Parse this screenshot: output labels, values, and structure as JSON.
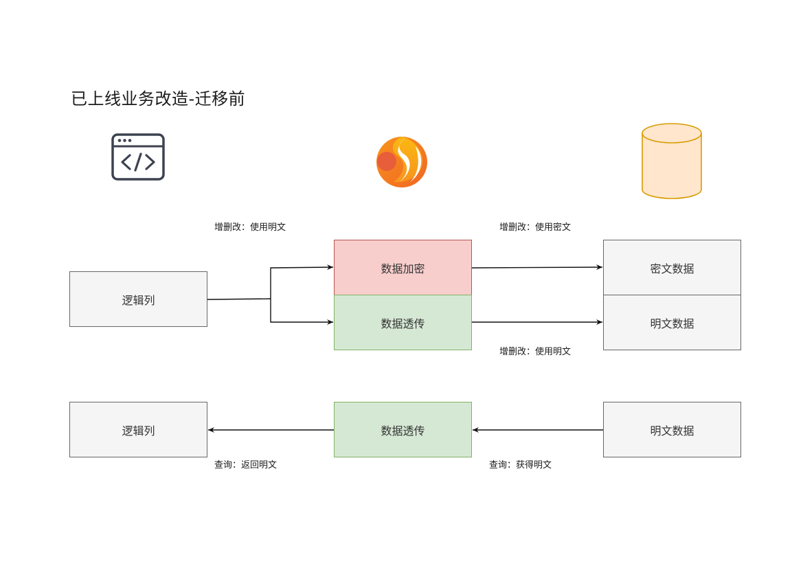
{
  "diagram": {
    "title": "已上线业务改造-迁移前",
    "icons": {
      "app": "code-window-icon",
      "middleware": "shardingsphere-logo-icon",
      "database": "database-cylinder-icon"
    },
    "colors": {
      "encrypt_fill": "#f8cecc",
      "encrypt_stroke": "#b85450",
      "passthrough_fill": "#d5e8d4",
      "passthrough_stroke": "#82b366",
      "data_fill": "#f5f5f5",
      "data_stroke": "#666666",
      "db_fill": "#ffe6cc",
      "db_stroke": "#d79b00"
    },
    "write_flow": {
      "source": "逻辑列",
      "encrypt": "数据加密",
      "passthrough": "数据透传",
      "cipher_column": "密文数据",
      "plain_column": "明文数据",
      "label_app_to_mw": "增删改：使用明文",
      "label_mw_to_cipher": "增删改：使用密文",
      "label_mw_to_plain": "增删改：使用明文"
    },
    "read_flow": {
      "target": "逻辑列",
      "passthrough": "数据透传",
      "plain_column": "明文数据",
      "label_mw_to_app": "查询：返回明文",
      "label_db_to_mw": "查询：获得明文"
    }
  }
}
